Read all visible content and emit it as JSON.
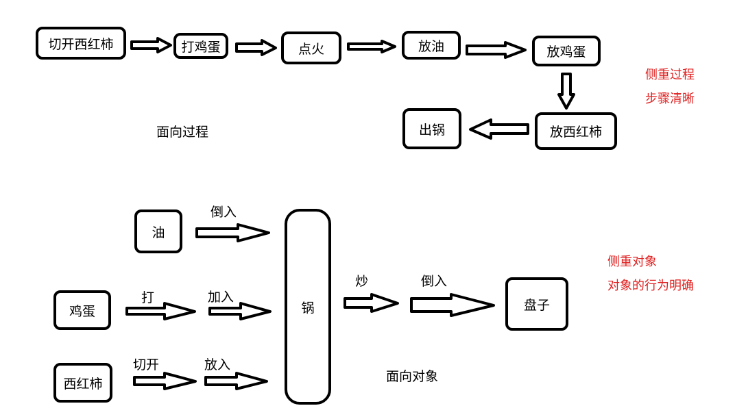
{
  "process": {
    "steps": [
      "切开西红柿",
      "打鸡蛋",
      "点火",
      "放油",
      "放鸡蛋",
      "放西红柿",
      "出锅"
    ],
    "title": "面向过程",
    "notes": [
      "侧重过程",
      "步骤清晰"
    ]
  },
  "object": {
    "ingredients": [
      "油",
      "鸡蛋",
      "西红柿"
    ],
    "pan": "锅",
    "plate": "盘子",
    "actions": {
      "oil_pour": "倒入",
      "egg_beat": "打",
      "egg_add": "加入",
      "tomato_cut": "切开",
      "tomato_put": "放入",
      "stir_fry": "炒",
      "plate_pour": "倒入"
    },
    "title": "面向对象",
    "notes": [
      "侧重对象",
      "对象的行为明确"
    ]
  },
  "colors": {
    "line": "#000000",
    "note": "#e02020",
    "background": "#ffffff"
  }
}
